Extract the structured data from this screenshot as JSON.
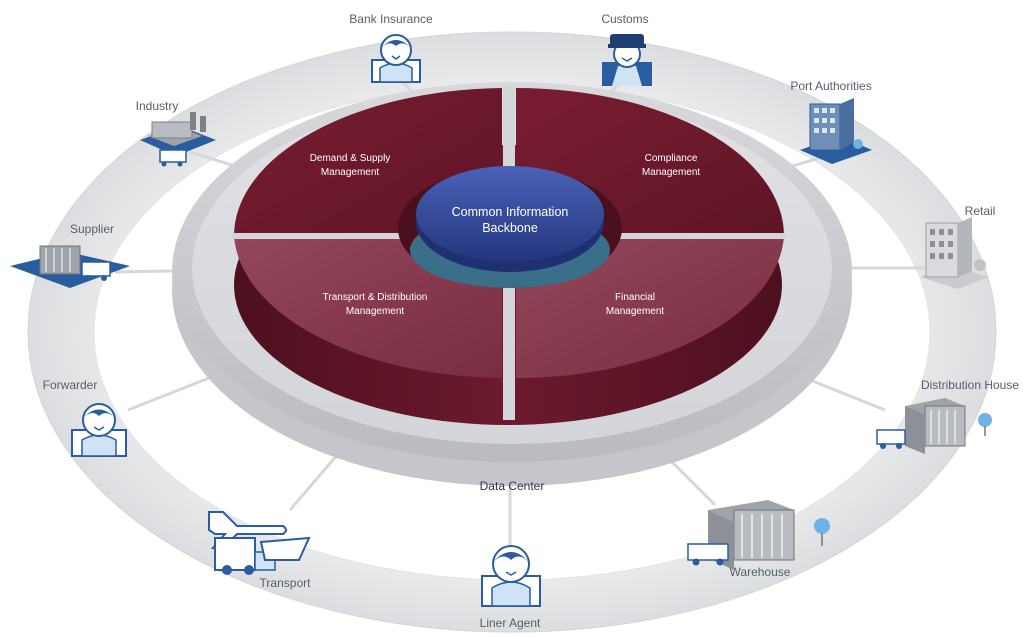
{
  "core": {
    "line1": "Common Information",
    "line2": "Backbone"
  },
  "segments": {
    "demand_supply": {
      "line1": "Demand & Supply",
      "line2": "Management"
    },
    "compliance": {
      "line1": "Compliance",
      "line2": "Management"
    },
    "transport_distribution": {
      "line1": "Transport & Distribution",
      "line2": "Management"
    },
    "financial": {
      "line1": "Financial",
      "line2": "Management"
    }
  },
  "data_center": "Data Center",
  "stakeholders": {
    "bank_insurance": "Bank Insurance",
    "customs": "Customs",
    "industry": "Industry",
    "port_authorities": "Port Authorities",
    "supplier": "Supplier",
    "retail": "Retail",
    "forwarder": "Forwarder",
    "distribution_house": "Distribution House",
    "transport": "Transport",
    "warehouse": "Warehouse",
    "liner_agent": "Liner Agent"
  },
  "colors": {
    "segment_dark": "#6e1a2e",
    "segment_light": "#8a3a4c",
    "segment_side": "#5a1424",
    "core_blue": "#2b3f8f",
    "icon_blue": "#2a5d9f",
    "ring_gray": "#e6e7e8"
  }
}
